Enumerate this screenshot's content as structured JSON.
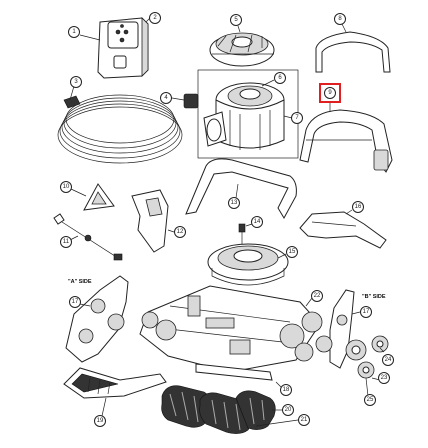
{
  "callouts": {
    "c1": "1",
    "c2": "2",
    "c3": "3",
    "c4": "4",
    "c5": "5",
    "c6": "6",
    "c7": "7",
    "c8": "8",
    "c9": "9",
    "c10": "10",
    "c11": "11",
    "c12": "12",
    "c13": "13",
    "c14": "14",
    "c15": "15",
    "c16": "16",
    "c17a": "17",
    "c17b": "17",
    "c18": "18",
    "c19": "19",
    "c20": "20",
    "c21": "21",
    "c22": "22",
    "c23": "23",
    "c24": "24",
    "c25": "25"
  },
  "side_labels": {
    "a_side": "\"A\" SIDE",
    "b_side": "\"B\" SIDE"
  },
  "highlight_color": "#e02020"
}
